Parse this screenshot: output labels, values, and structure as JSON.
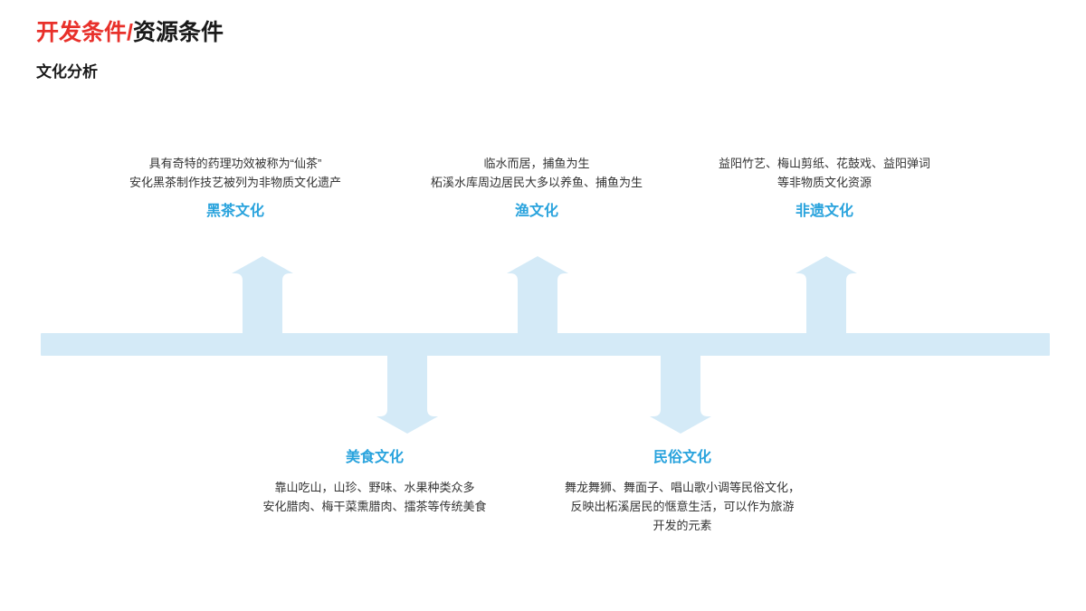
{
  "header": {
    "title_primary": "开发条件",
    "title_separator": "/",
    "title_secondary": "资源条件",
    "subtitle": "文化分析"
  },
  "colors": {
    "accent_red": "#e8302a",
    "heading_blue": "#29a3dd",
    "arrow_fill": "#d4eaf7",
    "body_text": "#333333",
    "background": "#ffffff"
  },
  "diagram": {
    "type": "fishbone-timeline",
    "spine_label": "horizontal-spine-bar",
    "arrows": [
      {
        "name": "arrow-up-heicha",
        "direction": "up",
        "target": "黑茶文化"
      },
      {
        "name": "arrow-up-yu",
        "direction": "up",
        "target": "渔文化"
      },
      {
        "name": "arrow-up-feiyi",
        "direction": "up",
        "target": "非遗文化"
      },
      {
        "name": "arrow-down-meishi",
        "direction": "down",
        "target": "美食文化"
      },
      {
        "name": "arrow-down-minsu",
        "direction": "down",
        "target": "民俗文化"
      }
    ]
  },
  "nodes": {
    "heicha": {
      "title": "黑茶文化",
      "lines": [
        "具有奇特的药理功效被称为“仙茶”",
        "安化黑茶制作技艺被列为非物质文化遗产"
      ]
    },
    "yu": {
      "title": "渔文化",
      "lines": [
        "临水而居，捕鱼为生",
        "柘溪水库周边居民大多以养鱼、捕鱼为生"
      ]
    },
    "feiyi": {
      "title": "非遗文化",
      "lines": [
        "益阳竹艺、梅山剪纸、花鼓戏、益阳弹词",
        "等非物质文化资源"
      ]
    },
    "meishi": {
      "title": "美食文化",
      "lines": [
        "靠山吃山，山珍、野味、水果种类众多",
        "安化腊肉、梅干菜熏腊肉、擂茶等传统美食"
      ]
    },
    "minsu": {
      "title": "民俗文化",
      "lines": [
        "舞龙舞狮、舞面子、唱山歌小调等民俗文化，",
        "反映出柘溪居民的惬意生活，可以作为旅游",
        "开发的元素"
      ]
    }
  }
}
